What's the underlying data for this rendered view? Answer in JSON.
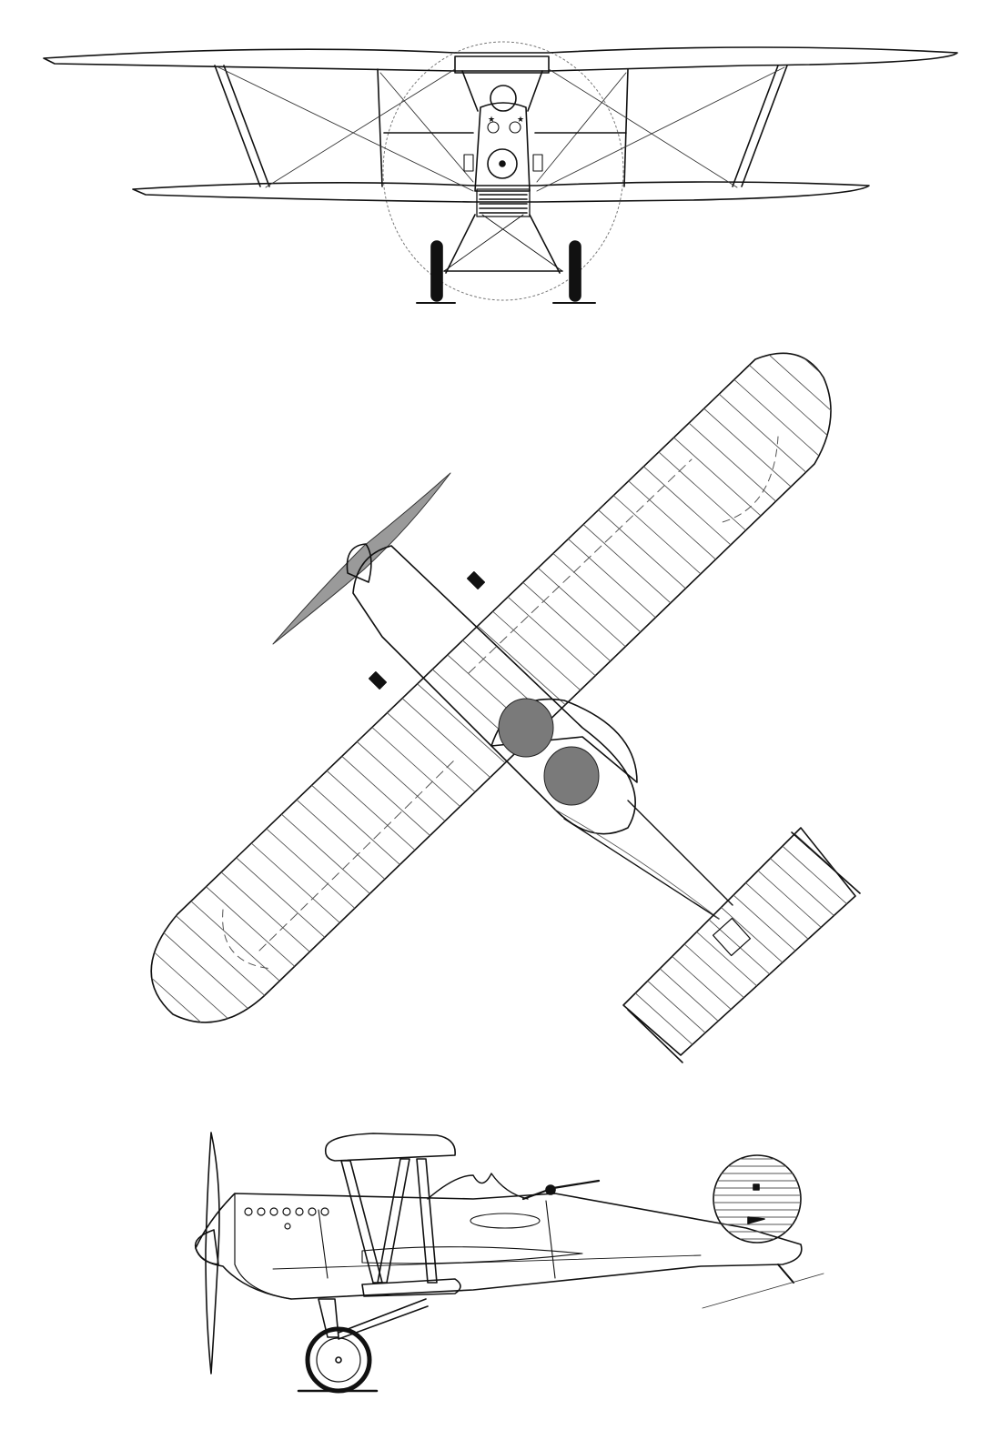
{
  "drawing": {
    "subject": "biplane-three-view",
    "views": [
      {
        "id": "front-view",
        "icon": "biplane-front-icon"
      },
      {
        "id": "top-view",
        "icon": "biplane-planform-icon"
      },
      {
        "id": "side-view",
        "icon": "biplane-profile-icon"
      }
    ]
  },
  "colors": {
    "background": "#ffffff",
    "stroke": "#111111",
    "thin_stroke": "#333333",
    "hatch": "#555555",
    "shade": "#7a7a7a"
  }
}
